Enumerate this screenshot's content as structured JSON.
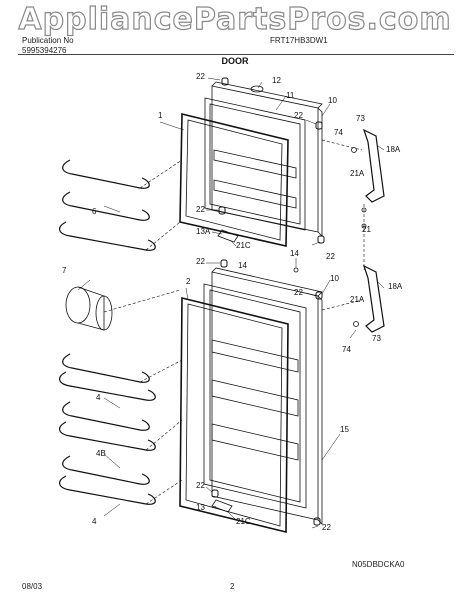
{
  "watermark": "AppliancePartsPros.com",
  "header": {
    "left_line1": "Publication No",
    "left_line2": "5995394276",
    "model": "FRT17HB3DW1",
    "section_title": "DOOR"
  },
  "callouts": {
    "c22a": "22",
    "c12": "12",
    "c11": "11",
    "c10a": "10",
    "c22b": "22",
    "c73a": "73",
    "c74a": "74",
    "c1": "1",
    "c18a": "18A",
    "c21aa": "21A",
    "c6": "6",
    "c22c": "22",
    "c13a": "13A",
    "c21ca": "21C",
    "c22d": "22",
    "c21": "21",
    "c22e": "22",
    "c14a": "14",
    "c14b": "14",
    "c10b": "10",
    "c7": "7",
    "c2": "2",
    "c22f": "22",
    "c18b": "18A",
    "c21ab": "21A",
    "c73b": "73",
    "c74b": "74",
    "c4a": "4",
    "c4b": "4B",
    "c15": "15",
    "c4c": "4",
    "c22g": "22",
    "c13": "13",
    "c21cb": "21C",
    "c22h": "22"
  },
  "footer": {
    "code": "N05DBDCKA0",
    "date": "08/03",
    "page": "2"
  },
  "icons": [
    "hinge-icon",
    "shelf-bar-icon",
    "bushing-icon",
    "screw-icon"
  ]
}
